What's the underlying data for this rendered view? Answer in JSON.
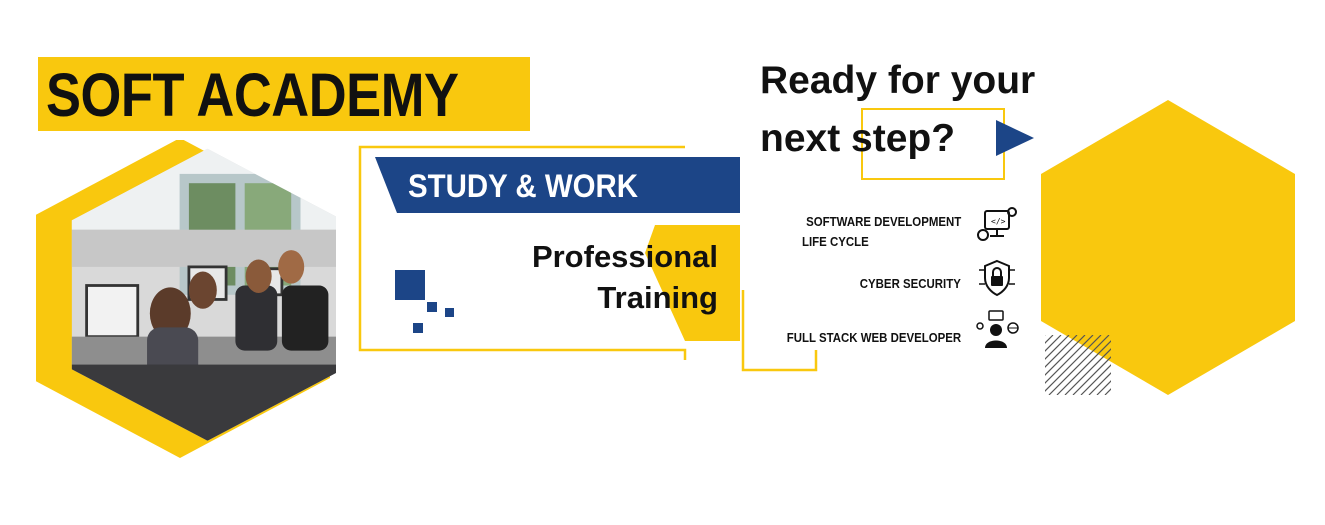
{
  "brand": {
    "title": "SOFT ACADEMY"
  },
  "banner": {
    "study_label": "STUDY & WORK",
    "professional_line1": "Professional",
    "professional_line2": "Training"
  },
  "headline": {
    "line1": "Ready for your",
    "line2": "next step?"
  },
  "courses": [
    {
      "line1": "SOFTWARE DEVELOPMENT",
      "line2": "LIFE CYCLE",
      "icon": "computer-gears-icon"
    },
    {
      "line1": "CYBER SECURITY",
      "icon": "shield-lock-icon"
    },
    {
      "line1": "FULL STACK WEB DEVELOPER",
      "icon": "developer-globe-icon"
    }
  ],
  "colors": {
    "accent_yellow": "#f9c80e",
    "navy": "#1c4587",
    "text": "#111111"
  }
}
